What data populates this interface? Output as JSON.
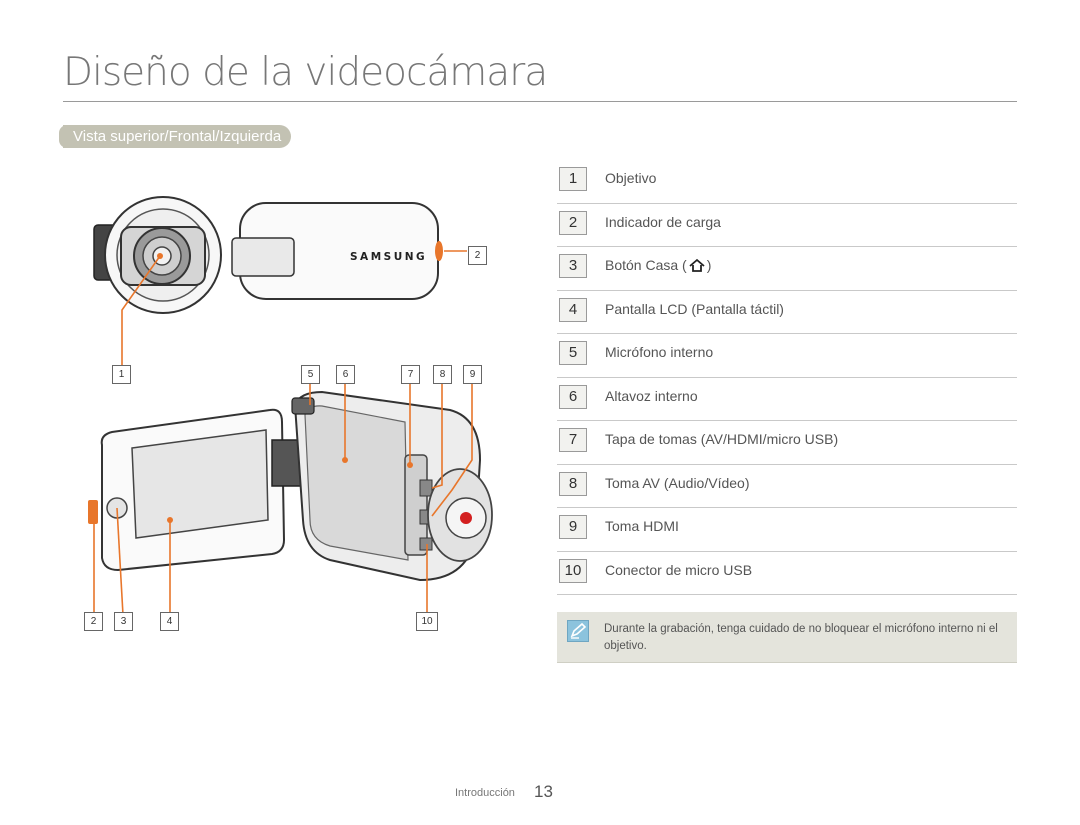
{
  "title": "Diseño de la videocámara",
  "section": "Vista superior/Frontal/Izquierda",
  "brand": "SAMSUNG",
  "callouts": {
    "c1": "1",
    "c2a": "2",
    "c2b": "2",
    "c3": "3",
    "c4": "4",
    "c5": "5",
    "c6": "6",
    "c7": "7",
    "c8": "8",
    "c9": "9",
    "c10": "10"
  },
  "parts": [
    {
      "num": "1",
      "label": "Objetivo"
    },
    {
      "num": "2",
      "label": "Indicador de carga"
    },
    {
      "num": "3",
      "label_before": "Botón Casa (",
      "icon": "home-icon",
      "label_after": ")"
    },
    {
      "num": "4",
      "label": "Pantalla LCD (Pantalla táctil)"
    },
    {
      "num": "5",
      "label": "Micrófono interno"
    },
    {
      "num": "6",
      "label": "Altavoz interno"
    },
    {
      "num": "7",
      "label": "Tapa de tomas (AV/HDMI/micro USB)"
    },
    {
      "num": "8",
      "label": "Toma AV (Audio/Vídeo)"
    },
    {
      "num": "9",
      "label": "Toma HDMI"
    },
    {
      "num": "10",
      "label": "Conector de micro USB"
    }
  ],
  "note": "Durante la grabación, tenga cuidado de no bloquear el micrófono interno ni el objetivo.",
  "note_icon": "pencil-note-icon",
  "footer": {
    "section": "Introducción",
    "page": "13"
  },
  "colors": {
    "accent": "#e8762b",
    "pill": "#c3c2b3",
    "note_bg": "#e4e4dc"
  }
}
